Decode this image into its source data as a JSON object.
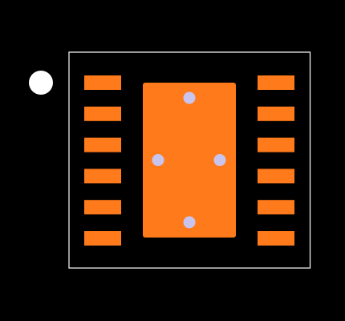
{
  "footprint": {
    "colors": {
      "background": "#000000",
      "outline": "#ffffff",
      "pad": "#ff7a1a",
      "via": "#c9c4ee",
      "pin1_marker": "#ffffff"
    },
    "left_pad_count": 6,
    "right_pad_count": 6,
    "thermal_via_count": 4,
    "pin1_marker_shape": "circle",
    "package_style": "dual-row with exposed thermal pad"
  }
}
